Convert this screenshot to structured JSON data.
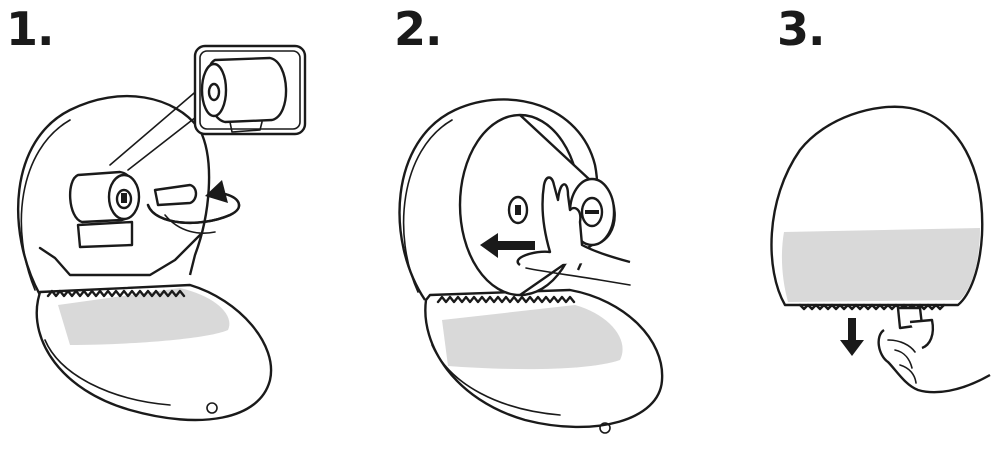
{
  "steps": [
    {
      "number": "1."
    },
    {
      "number": "2."
    },
    {
      "number": "3."
    }
  ],
  "icons": {
    "step1": [
      "dispenser-open-icon",
      "roll-core-icon",
      "rotate-arrow-icon",
      "zoom-inset-icon"
    ],
    "step2": [
      "dispenser-open-icon",
      "toilet-roll-icon",
      "push-arrow-icon",
      "hand-icon"
    ],
    "step3": [
      "dispenser-closed-icon",
      "pull-down-arrow-icon",
      "hand-icon"
    ]
  },
  "colors": {
    "line": "#1a1a1a",
    "fill_gray": "#d9d9d9",
    "background": "#ffffff"
  }
}
